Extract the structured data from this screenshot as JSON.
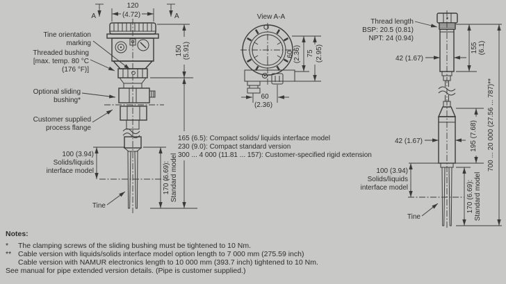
{
  "colors": {
    "background": "#c8c9c6",
    "line": "#3a3a3a",
    "text": "#2d2d2d"
  },
  "left_view": {
    "section_label_left": "A",
    "section_label_right": "A",
    "dim_width_mm": "120",
    "dim_width_in": "(4.72)",
    "dim_height_mm": "150",
    "dim_height_in": "(5.91)",
    "labels": {
      "tine_orientation": [
        "Tine orientation",
        "marking"
      ],
      "threaded_bushing": [
        "Threaded bushing",
        "[max. temp. 80 °C",
        "(176 °F)]"
      ],
      "sliding_bushing": [
        "Optional sliding",
        "bushing*"
      ],
      "process_flange": [
        "Customer supplied",
        "process flange"
      ],
      "interface_model": [
        "100 (3.94)",
        "Solids/liquids",
        "interface model"
      ],
      "tine": "Tine"
    },
    "dim_standard": [
      "170 (6.69):",
      "Standard model"
    ]
  },
  "view_aa": {
    "title": "View A-A",
    "dim_inner_mm": "60",
    "dim_inner_in": "(2.36)",
    "dim_outer_mm": "75",
    "dim_outer_in": "(2.95)",
    "dim_bottom_mm": "60",
    "dim_bottom_in": "(2.36)"
  },
  "extension_key": [
    "165 (6.5): Compact solids/ liquids interface model",
    "230 (9.0): Compact standard version",
    "300 ... 4 000 (11.81 ... 157): Customer-specified rigid extension"
  ],
  "right_view": {
    "labels": {
      "thread_length": [
        "Thread length",
        "BSP: 20.5 (0.81)",
        "NPT: 24 (0.94)"
      ],
      "interface_model": [
        "100 (3.94)",
        "Solids/liquids",
        "interface model"
      ],
      "tine": "Tine"
    },
    "dim_width_upper": "42 (1.67)",
    "dim_width_lower": "42 (1.67)",
    "dim_head_mm": "155",
    "dim_head_in": "(6.1)",
    "dim_weight": "195 (7.68)",
    "dim_standard": [
      "170 (6.69):",
      "Standard model"
    ],
    "dim_cable": "700 ... 20 000 (27.56 ... 787)**"
  },
  "notes": {
    "title": "Notes:",
    "items": [
      {
        "marker": "*",
        "text": "The clamping screws of the sliding bushing must be tightened to 10 Nm."
      },
      {
        "marker": "**",
        "text": "Cable version with liquids/solids interface model option length to 7 000 mm (275.59 inch)"
      },
      {
        "marker": "",
        "text": "Cable version with NAMUR electronics length to 10 000 mm (393.7 inch) tightened to 10 Nm."
      },
      {
        "marker": "",
        "text": "See manual for pipe extended version details. (Pipe is customer supplied.)"
      }
    ]
  }
}
